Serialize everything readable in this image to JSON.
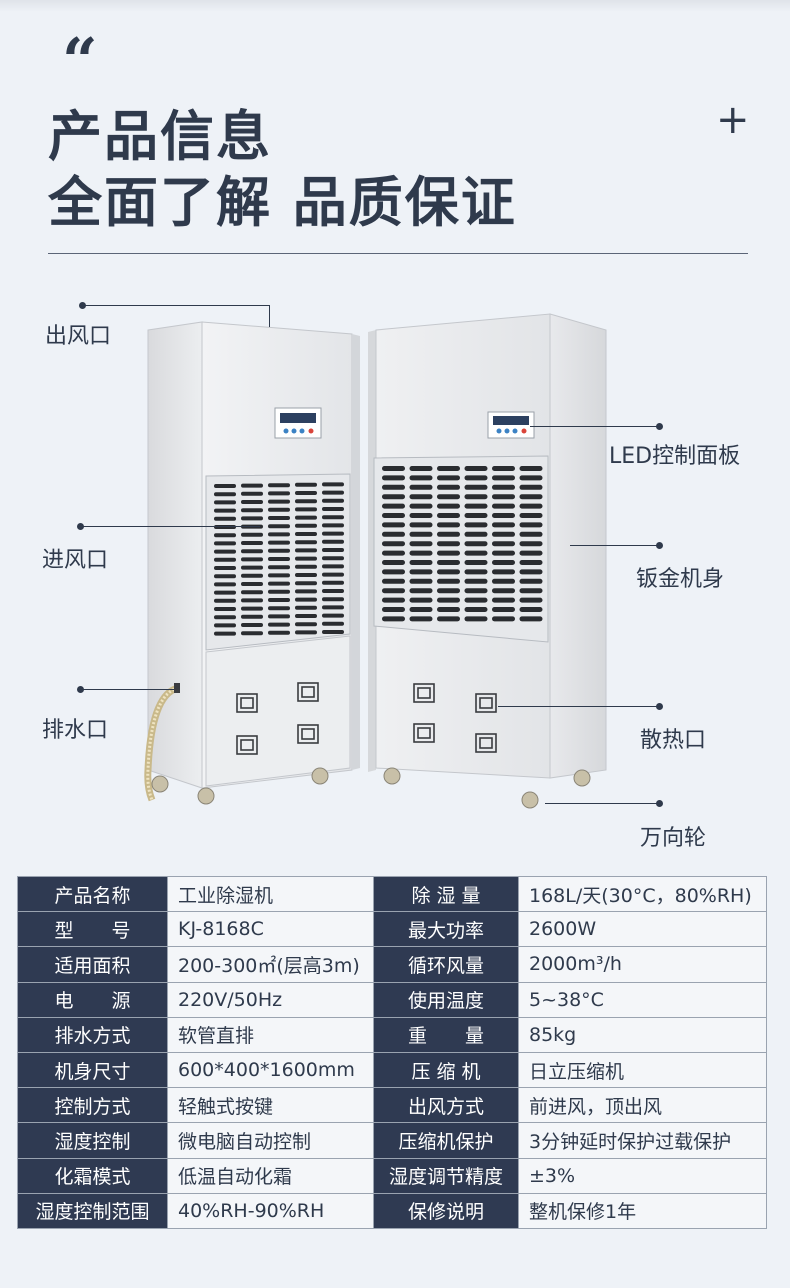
{
  "header": {
    "quote_mark": "“",
    "title_line1": "产品信息",
    "title_line2": "全面了解 品质保证",
    "plus_symbol": "+"
  },
  "callouts": {
    "outlet": "出风口",
    "inlet": "进风口",
    "drain": "排水口",
    "led_panel": "LED控制面板",
    "sheet_metal": "钣金机身",
    "heat_vent": "散热口",
    "caster": "万向轮"
  },
  "specs": [
    {
      "k1": "产品名称",
      "v1": "工业除湿机",
      "k2": "除 湿 量",
      "v2": "168L/天(30°C，80%RH)"
    },
    {
      "k1": "型　　号",
      "v1": "KJ-8168C",
      "k2": "最大功率",
      "v2": "2600W"
    },
    {
      "k1": "适用面积",
      "v1": "200-300㎡(层高3m)",
      "k2": "循环风量",
      "v2": "2000m³/h"
    },
    {
      "k1": "电　　源",
      "v1": "220V/50Hz",
      "k2": "使用温度",
      "v2": "5~38°C"
    },
    {
      "k1": "排水方式",
      "v1": "软管直排",
      "k2": "重　　量",
      "v2": "85kg"
    },
    {
      "k1": "机身尺寸",
      "v1": "600*400*1600mm",
      "k2": "压 缩 机",
      "v2": "日立压缩机"
    },
    {
      "k1": "控制方式",
      "v1": "轻触式按键",
      "k2": "出风方式",
      "v2": "前进风，顶出风"
    },
    {
      "k1": "湿度控制",
      "v1": "微电脑自动控制",
      "k2": "压缩机保护",
      "v2": "3分钟延时保护过载保护"
    },
    {
      "k1": "化霜模式",
      "v1": "低温自动化霜",
      "k2": "湿度调节精度",
      "v2": "±3%"
    },
    {
      "k1": "湿度控制范围",
      "v1": "40%RH-90%RH",
      "k2": "保修说明",
      "v2": "整机保修1年"
    }
  ],
  "colors": {
    "background": "#eef2f7",
    "primary_text": "#2f3a4c",
    "table_header": "#2f3a52"
  }
}
